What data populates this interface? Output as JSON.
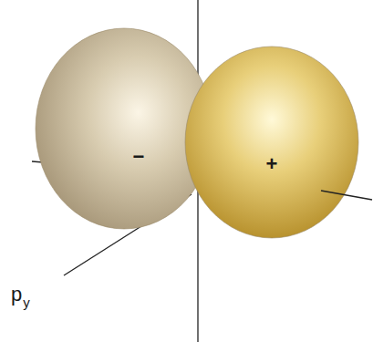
{
  "diagram": {
    "nodes": [
      {
        "text": [
          "−"
        ]
      },
      {
        "text": [
          "+"
        ]
      }
    ],
    "labels": [
      "p",
      "y"
    ]
  }
}
